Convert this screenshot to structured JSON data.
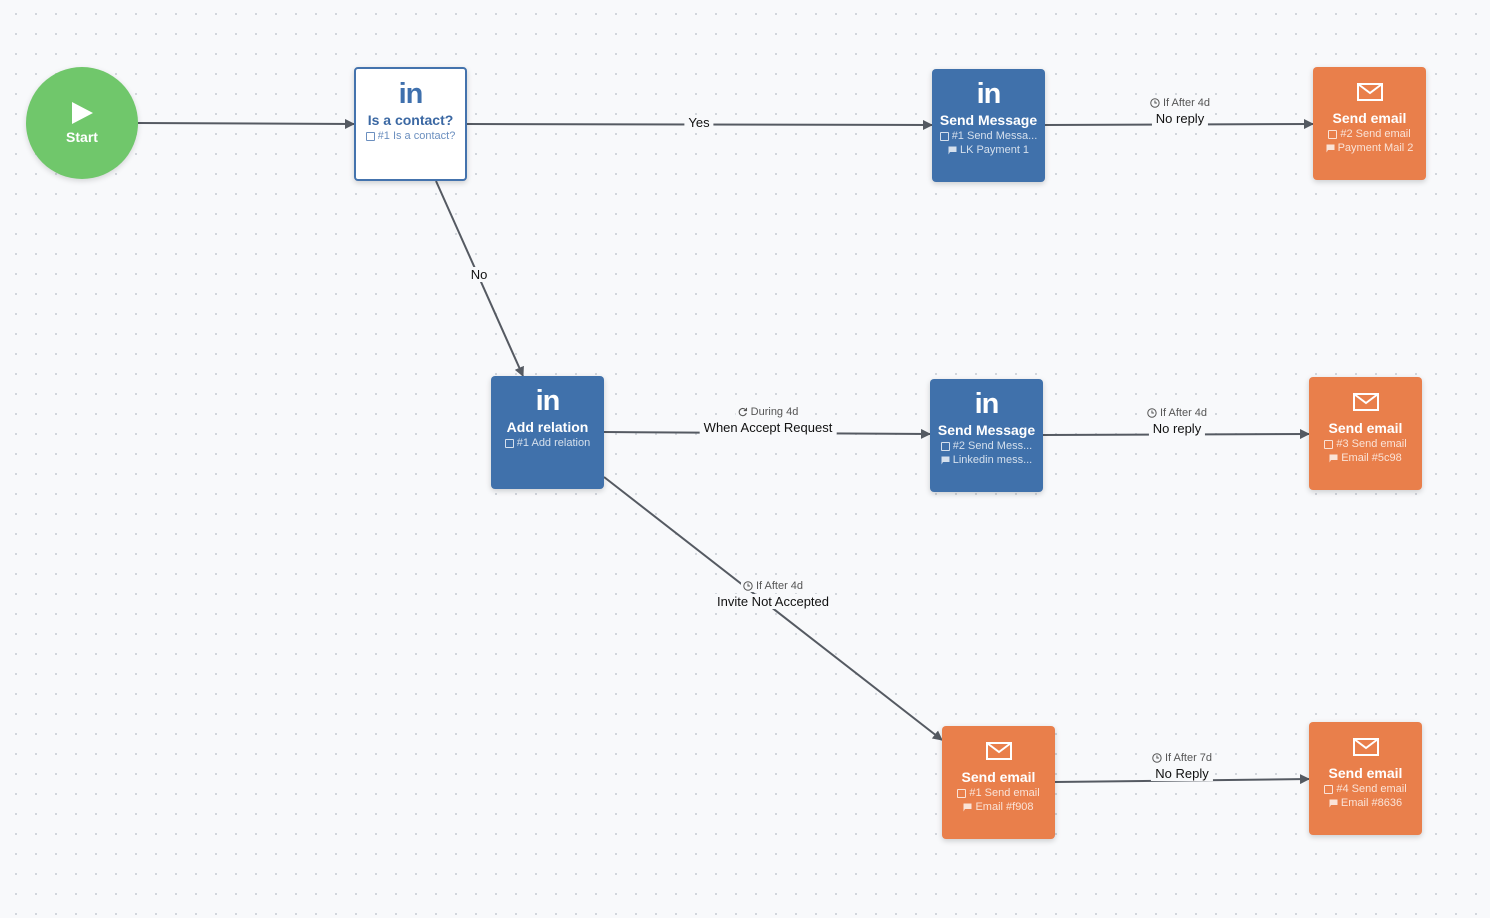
{
  "start": {
    "label": "Start"
  },
  "nodes": {
    "is_contact": {
      "icon": "linkedin-icon",
      "title": "Is a contact?",
      "step": "#1 Is a contact?"
    },
    "send_message_1": {
      "icon": "linkedin-icon",
      "title": "Send Message",
      "step": "#1 Send Messa...",
      "template": "LK Payment 1"
    },
    "send_email_2": {
      "icon": "mail-icon",
      "title": "Send email",
      "step": "#2 Send email",
      "template": "Payment Mail 2"
    },
    "add_relation": {
      "icon": "linkedin-icon",
      "title": "Add relation",
      "step": "#1 Add relation"
    },
    "send_message_2": {
      "icon": "linkedin-icon",
      "title": "Send Message",
      "step": "#2 Send Mess...",
      "template": "Linkedin mess..."
    },
    "send_email_3": {
      "icon": "mail-icon",
      "title": "Send email",
      "step": "#3 Send email",
      "template": "Email #5c98"
    },
    "send_email_1": {
      "icon": "mail-icon",
      "title": "Send email",
      "step": "#1 Send email",
      "template": "Email #f908"
    },
    "send_email_4": {
      "icon": "mail-icon",
      "title": "Send email",
      "step": "#4 Send email",
      "template": "Email #8636"
    }
  },
  "edges": {
    "yes": {
      "label": "Yes"
    },
    "no": {
      "label": "No"
    },
    "msg1_email2": {
      "timing": "If After 4d",
      "label": "No reply"
    },
    "add_msg2": {
      "timing": "During 4d",
      "label": "When Accept Request"
    },
    "msg2_email3": {
      "timing": "If After 4d",
      "label": "No reply"
    },
    "add_email1": {
      "timing": "If After 4d",
      "label": "Invite Not Accepted"
    },
    "email1_email4": {
      "timing": "If After 7d",
      "label": "No Reply"
    }
  },
  "colors": {
    "linkedin_node": "#4071ab",
    "email_node": "#e97f4b",
    "start_node": "#70c76b",
    "edge": "#555a62"
  }
}
